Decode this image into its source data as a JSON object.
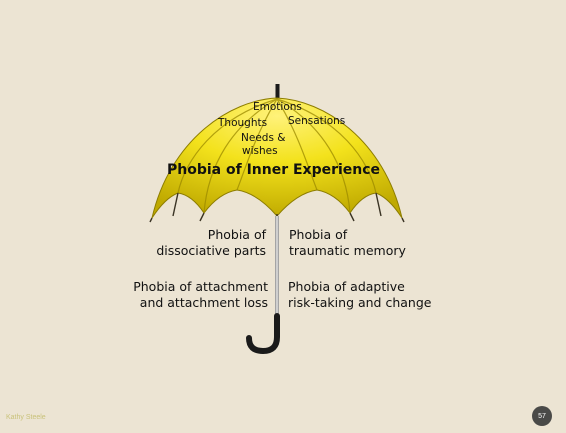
{
  "canopy_labels": {
    "emotions": "Emotions",
    "thoughts": "Thoughts",
    "sensations": "Sensations",
    "needs_line1": "Needs &",
    "needs_line2": "wishes",
    "main_phobia": "Phobia of Inner Experience"
  },
  "left_labels": {
    "dissociative_line1": "Phobia of",
    "dissociative_line2": "dissociative parts",
    "attachment_line1": "Phobia of attachment",
    "attachment_line2": "and attachment loss"
  },
  "right_labels": {
    "traumatic_line1": "Phobia of",
    "traumatic_line2": "traumatic memory",
    "adaptive_line1": "Phobia of adaptive",
    "adaptive_line2": "risk-taking and change"
  },
  "footer": {
    "author": "Kathy Steele",
    "page_number": "57"
  },
  "colors": {
    "background": "#ece4d3",
    "canopy": "#f2e21a",
    "canopy_shadow": "#c9b400",
    "ribs": "#3a3324",
    "handle": "#1a1a1a",
    "badge": "#4a4a48"
  }
}
